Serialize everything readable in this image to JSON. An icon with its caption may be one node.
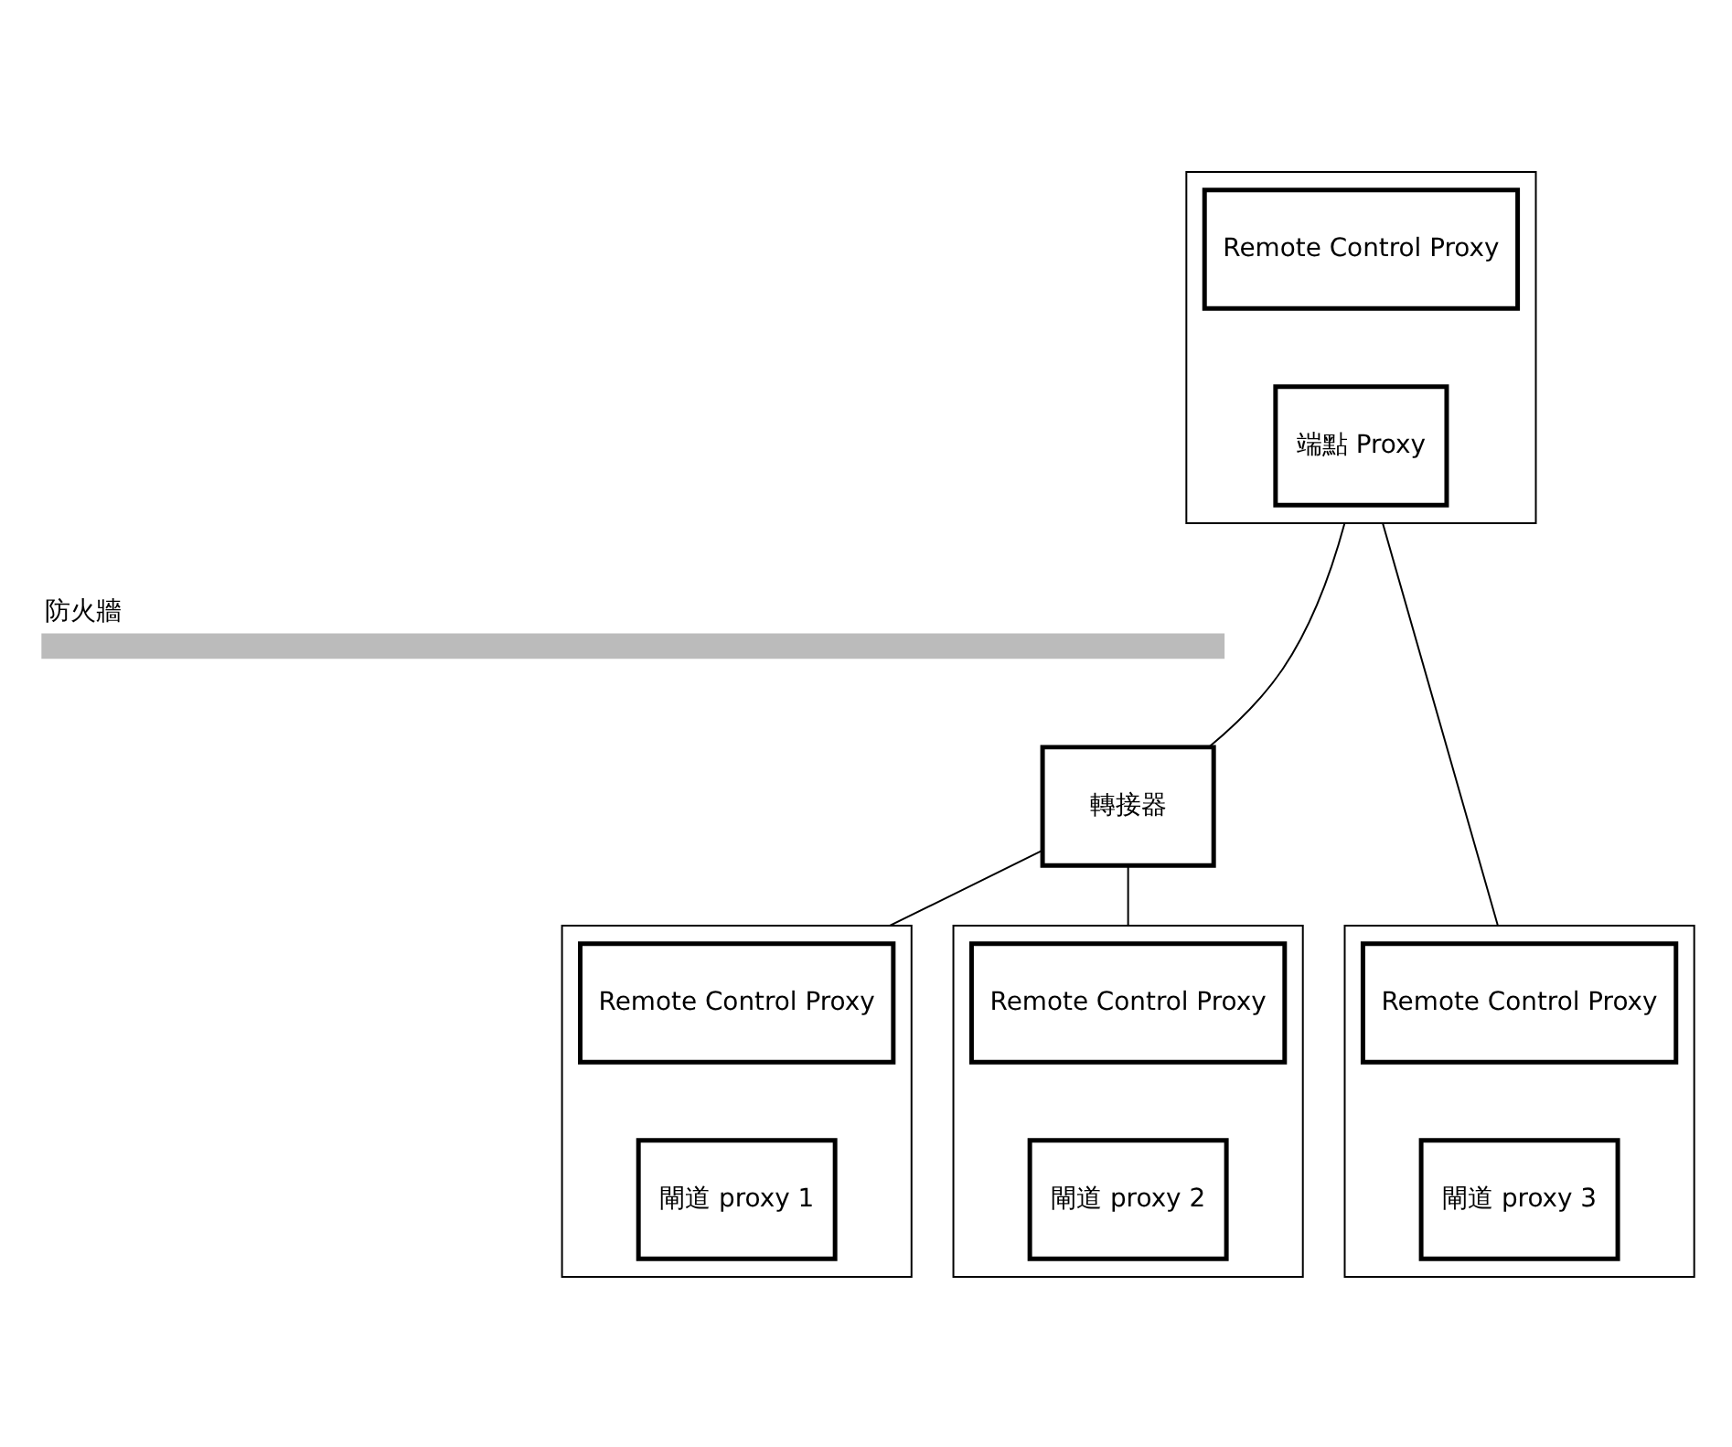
{
  "diagram": {
    "nodes": [
      {
        "text": [],
        "shape": "box"
      },
      {
        "text": [
          "Remote Control Proxy"
        ],
        "in": 0
      },
      {
        "text": [
          "端點 Proxy"
        ],
        "in": 0
      },
      {
        "text": [
          "防火牆"
        ]
      },
      {
        "text": [
          "轉接器"
        ]
      },
      {
        "text": [],
        "shape": "box"
      },
      {
        "text": [
          "Remote Control Proxy"
        ],
        "in": 5
      },
      {
        "text": [
          "閘道 proxy 1"
        ],
        "in": 5
      },
      {
        "text": [],
        "shape": "box"
      },
      {
        "text": [
          "Remote Control Proxy"
        ],
        "in": 8
      },
      {
        "text": [
          "閘道 proxy 2"
        ],
        "in": 8
      },
      {
        "text": [],
        "shape": "box"
      },
      {
        "text": [
          "Remote Control Proxy"
        ],
        "in": 11
      },
      {
        "text": [
          "閘道 proxy 3"
        ],
        "in": 11
      }
    ],
    "edges": [
      {
        "from": 0,
        "to": 4,
        "arrow": "none"
      },
      {
        "from": 0,
        "to": 11,
        "arrow": "none"
      },
      {
        "from": 4,
        "to": 5,
        "arrow": "none"
      },
      {
        "from": 4,
        "to": 8,
        "arrow": "none"
      }
    ]
  }
}
